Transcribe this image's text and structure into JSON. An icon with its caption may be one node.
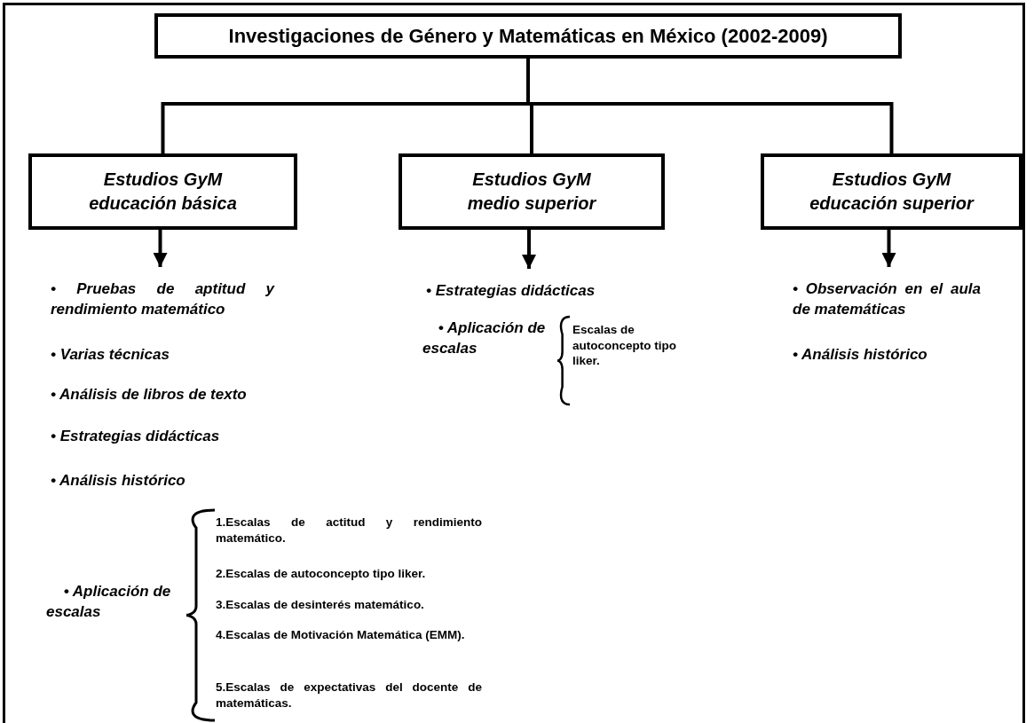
{
  "diagram": {
    "nodes": [
      {
        "text": [
          "Investigaciones de Género y Matemáticas en México (2002-2009)"
        ]
      },
      {
        "text": [
          "Estudios GyM educación básica"
        ]
      },
      {
        "text": [
          "Estudios GyM medio superior"
        ]
      },
      {
        "text": [
          "Estudios GyM educación superior"
        ]
      },
      {
        "text": [
          "• Pruebas de aptitud y rendimiento matemático"
        ]
      },
      {
        "text": [
          "• Estrategias didácticas"
        ]
      },
      {
        "text": [
          "• Observación en el aula de matemáticas"
        ]
      }
    ],
    "edges": [
      {
        "from": 0,
        "to": 1,
        "arrow": "none"
      },
      {
        "from": 0,
        "to": 2,
        "arrow": "none"
      },
      {
        "from": 0,
        "to": 3,
        "arrow": "none"
      },
      {
        "from": 1,
        "to": 4,
        "arrow": "to"
      },
      {
        "from": 2,
        "to": 5,
        "arrow": "to"
      },
      {
        "from": 3,
        "to": 6,
        "arrow": "to"
      }
    ],
    "labels": [
      "• Varias técnicas",
      "• Análisis de libros de texto",
      "• Estrategias didácticas",
      "• Análisis histórico",
      "• Aplicación de escalas",
      "1.Escalas de actitud y rendimiento matemático.",
      "2.Escalas de autoconcepto tipo liker.",
      "3.Escalas de desinterés matemático.",
      "4.Escalas de Motivación Matemática (EMM).",
      "5.Escalas de expectativas del docente de matemáticas.",
      "• Aplicación de escalas",
      "Escalas de autoconcepto tipo liker.",
      "• Análisis histórico"
    ]
  }
}
